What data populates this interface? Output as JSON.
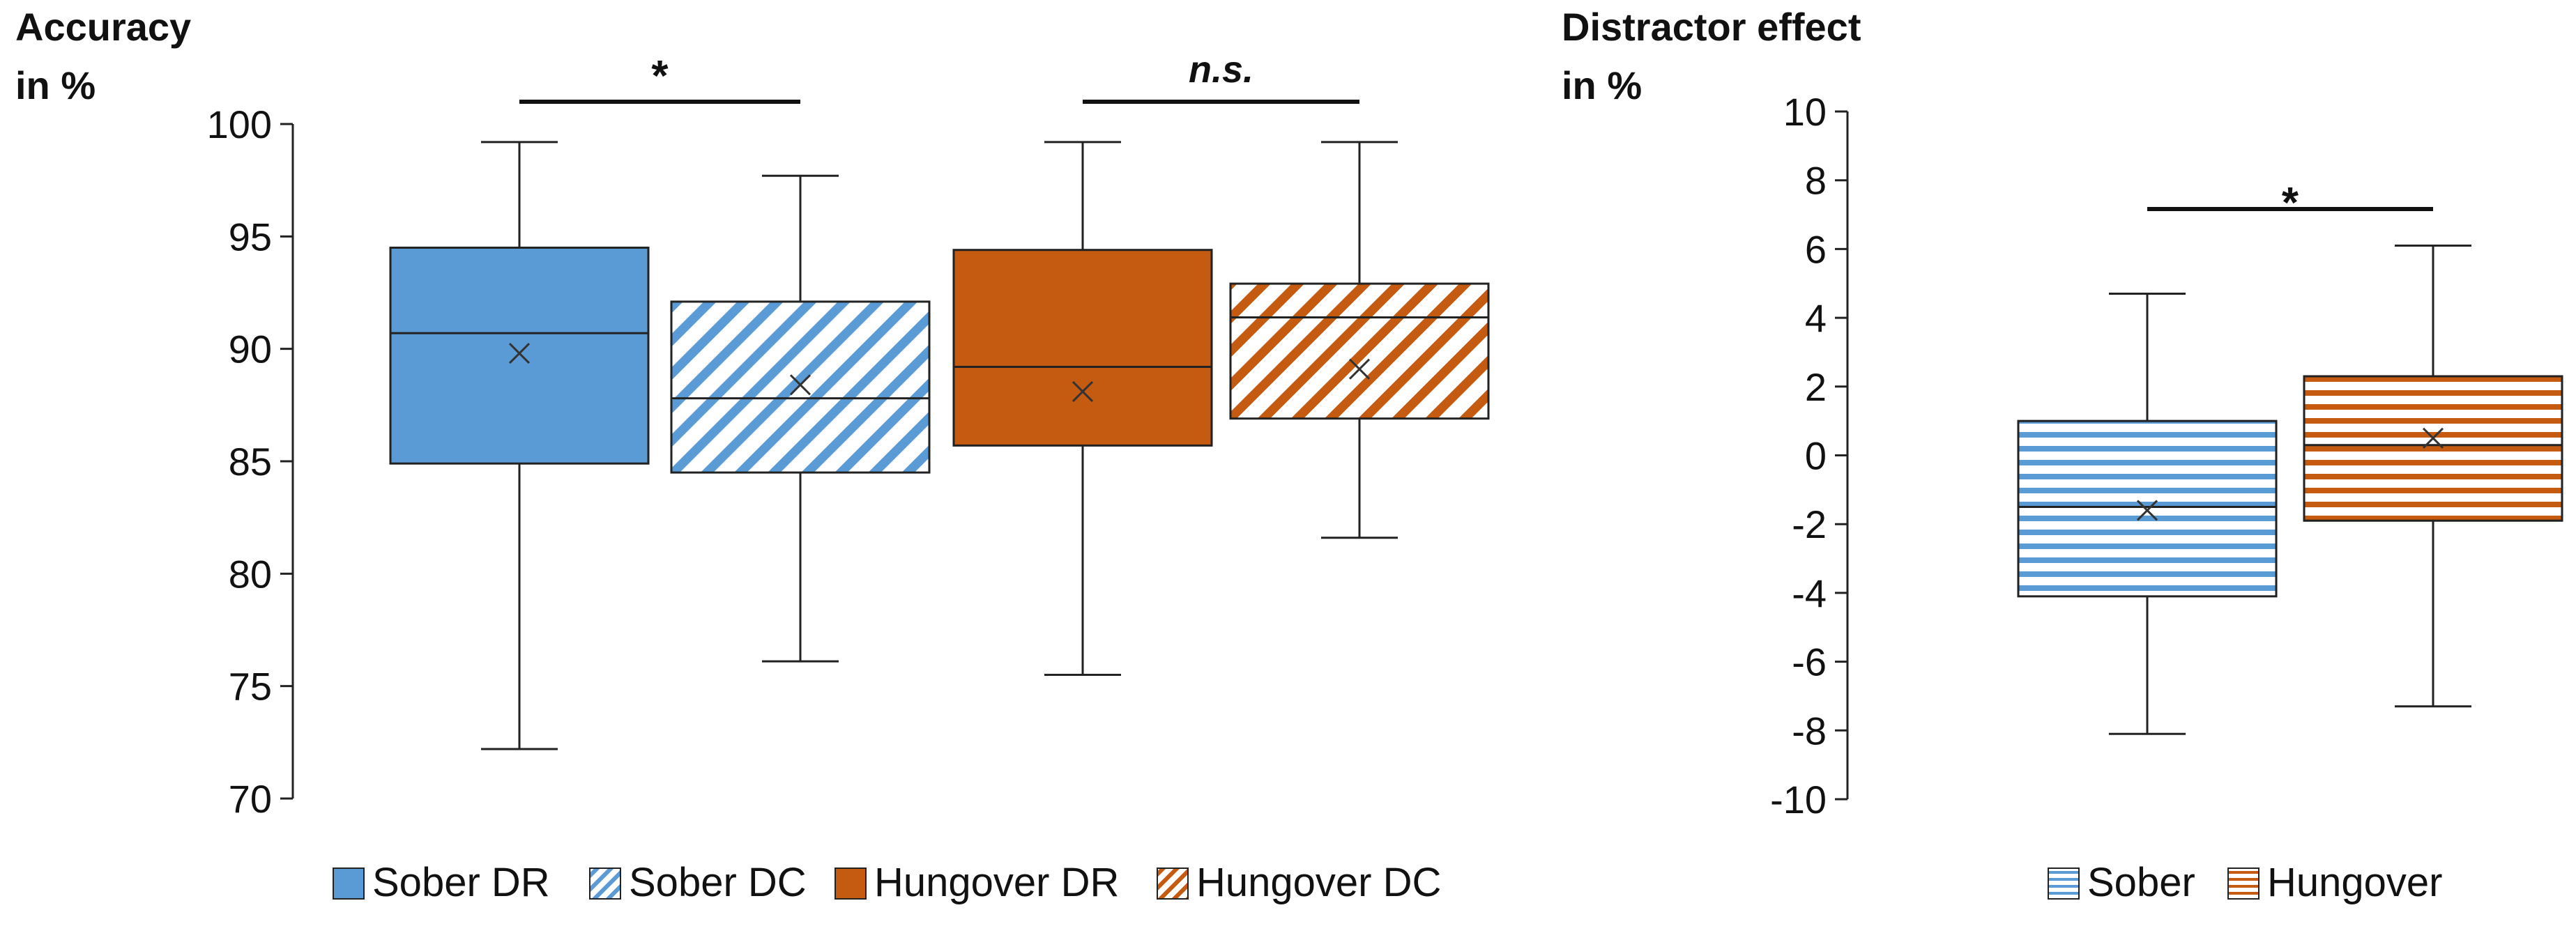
{
  "chart_data": [
    {
      "type": "box",
      "ylabel_line1": "Accuracy",
      "ylabel_line2": "in %",
      "ylim": [
        70,
        100
      ],
      "yticks": [
        100,
        95,
        90,
        85,
        80,
        75,
        70
      ],
      "series": [
        {
          "name": "Sober DR",
          "color": "#5B9BD5",
          "pattern": "solid",
          "min": 72.2,
          "q1": 84.9,
          "median": 90.7,
          "q3": 94.5,
          "max": 99.2,
          "mean": 89.8
        },
        {
          "name": "Sober DC",
          "color": "#5B9BD5",
          "pattern": "diagonal",
          "min": 76.1,
          "q1": 84.5,
          "median": 87.8,
          "q3": 92.1,
          "max": 97.7,
          "mean": 88.4
        },
        {
          "name": "Hungover DR",
          "color": "#C55A11",
          "pattern": "solid",
          "min": 75.5,
          "q1": 85.7,
          "median": 89.2,
          "q3": 94.4,
          "max": 99.2,
          "mean": 88.1
        },
        {
          "name": "Hungover DC",
          "color": "#C55A11",
          "pattern": "diagonal",
          "min": 81.6,
          "q1": 86.9,
          "median": 91.4,
          "q3": 92.9,
          "max": 99.2,
          "mean": 89.1
        }
      ],
      "annotations": [
        {
          "text": "*",
          "between": [
            "Sober DR",
            "Sober DC"
          ]
        },
        {
          "text": "n.s.",
          "between": [
            "Hungover DR",
            "Hungover DC"
          ]
        }
      ],
      "legend": "bottom",
      "grid": false
    },
    {
      "type": "box",
      "ylabel_line1": "Distractor effect",
      "ylabel_line2": "in %",
      "ylim": [
        -10,
        10
      ],
      "yticks": [
        10,
        8,
        6,
        4,
        2,
        0,
        -2,
        -4,
        -6,
        -8,
        -10
      ],
      "series": [
        {
          "name": "Sober",
          "color": "#5B9BD5",
          "pattern": "horizontal",
          "min": -8.1,
          "q1": -4.1,
          "median": -1.5,
          "q3": 1.0,
          "max": 4.7,
          "mean": -1.6
        },
        {
          "name": "Hungover",
          "color": "#C55A11",
          "pattern": "horizontal",
          "min": -7.3,
          "q1": -1.9,
          "median": 0.3,
          "q3": 2.3,
          "max": 6.1,
          "mean": 0.5
        }
      ],
      "annotations": [
        {
          "text": "*",
          "between": [
            "Sober",
            "Hungover"
          ]
        }
      ],
      "legend": "bottom",
      "grid": false
    }
  ]
}
